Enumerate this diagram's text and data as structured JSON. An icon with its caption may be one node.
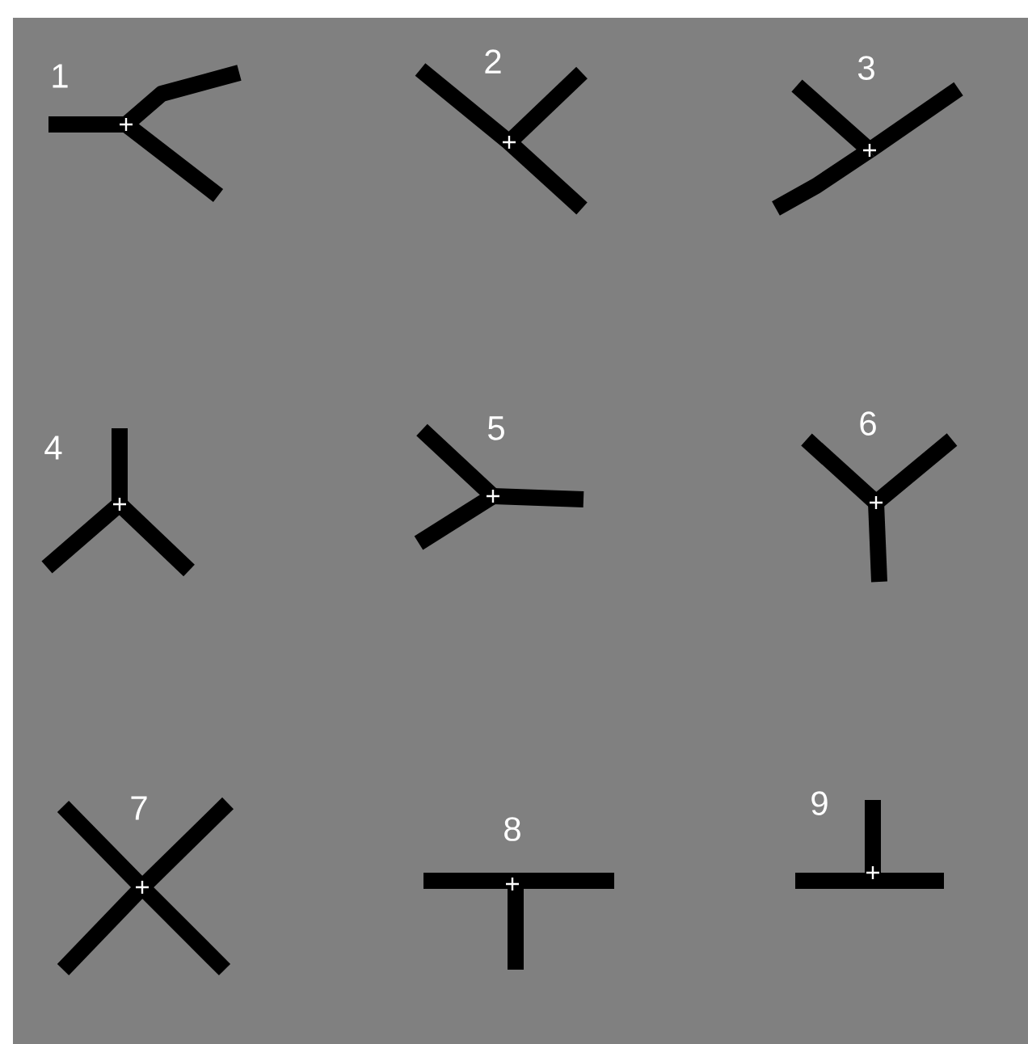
{
  "diagram": {
    "labels": [
      "1",
      "2",
      "3",
      "4",
      "5",
      "6",
      "7",
      "8",
      "9"
    ]
  }
}
